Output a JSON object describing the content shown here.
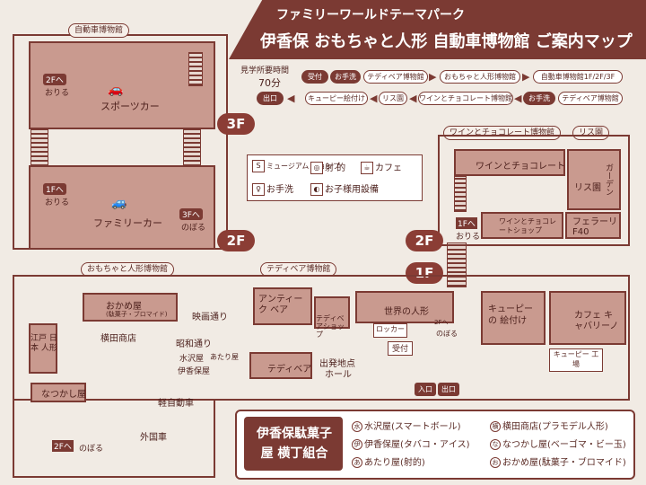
{
  "header": {
    "subtitle": "ファミリーワールドテーマパーク",
    "title": "伊香保 おもちゃと人形 自動車博物館 ご案内マップ"
  },
  "tour": {
    "time_label": "見学所要時間",
    "time_value": "70分",
    "steps_row1": [
      "受付",
      "お手洗",
      "テディベア博物館",
      "おもちゃと人形博物館",
      "自動車博物館1F/2F/3F"
    ],
    "steps_row2": [
      "お手洗",
      "テディベア博物館",
      "ワインとチョコレート博物館",
      "リス園",
      "キューピー絵付け",
      "出口"
    ]
  },
  "floors": {
    "3f": "3F",
    "2f_left": "2F",
    "2f_right": "2F",
    "1f": "1F"
  },
  "car_museum": {
    "tab": "自動車博物館",
    "sports_car": "スポーツカー",
    "family_car": "ファミリーカー",
    "to_2f": "2Fへ",
    "down": "おりる",
    "to_1f": "1Fへ",
    "to_3f": "3Fへ",
    "up": "のぼる"
  },
  "legend": {
    "shop": "ミュージアム ショップ",
    "shooting": "射 的",
    "cafe": "カフェ",
    "restroom": "お手洗",
    "kids": "お子様用設備"
  },
  "wine": {
    "tab": "ワインとチョコレート博物館",
    "squirrel_tab": "リス園",
    "wine_choco": "ワインとチョコレート",
    "squirrel": "リス園",
    "garden": "ガーデン",
    "to_1f": "1Fへ",
    "down": "おりる",
    "shop": "ワインとチョコレートショップ",
    "ferrari": "フェラーリ F40"
  },
  "first_floor": {
    "toy_tab": "おもちゃと人形博物館",
    "teddy_tab": "テディベア博物館",
    "okameya": "おかめ屋",
    "okameya_sub": "(駄菓子・ブロマイド)",
    "movie": "映画通り",
    "antique": "アンティーク ベア",
    "teddy_shop": "テディベアショップ",
    "world_dolls": "世界の人形",
    "kewpie": "キューピーの 絵付け",
    "cafe": "カフェ キャバリーノ",
    "kewpie_factory": "キューピー 工場",
    "edo": "江戸 日本 人形",
    "yokota": "横田商店",
    "showa": "昭和通り",
    "mizusawa": "水沢屋",
    "ikahoya": "伊香保屋",
    "atariya": "あたり屋",
    "natsukashi": "なつかし屋",
    "teddy_bear": "テディベア",
    "locker": "ロッカー",
    "reception": "受付",
    "to_2f": "2Fへ",
    "up": "のぼる",
    "start": "出発地点",
    "hall": "ホール",
    "entrance": "入口",
    "exit": "出口",
    "light_car": "軽自動車",
    "foreign_car": "外国車",
    "to_2f_bottom": "2Fへ",
    "up_bottom": "のぼる"
  },
  "shops": {
    "title": "伊香保駄菓子屋 横丁組合",
    "items": [
      {
        "mark": "水",
        "name": "水沢屋",
        "desc": "(スマートボール)"
      },
      {
        "mark": "伊",
        "name": "伊香保屋",
        "desc": "(タバコ・アイス)"
      },
      {
        "mark": "あ",
        "name": "あたり屋",
        "desc": "(射的)"
      },
      {
        "mark": "横",
        "name": "横田商店",
        "desc": "(プラモデル人形)"
      },
      {
        "mark": "な",
        "name": "なつかし屋",
        "desc": "(ベーゴマ・ビー玉)"
      },
      {
        "mark": "お",
        "name": "おかめ屋",
        "desc": "(駄菓子・ブロマイド)"
      }
    ]
  },
  "colors": {
    "maroon": "#7b3a33",
    "room_fill": "#c99a8f",
    "paper": "#f1ebe4"
  }
}
